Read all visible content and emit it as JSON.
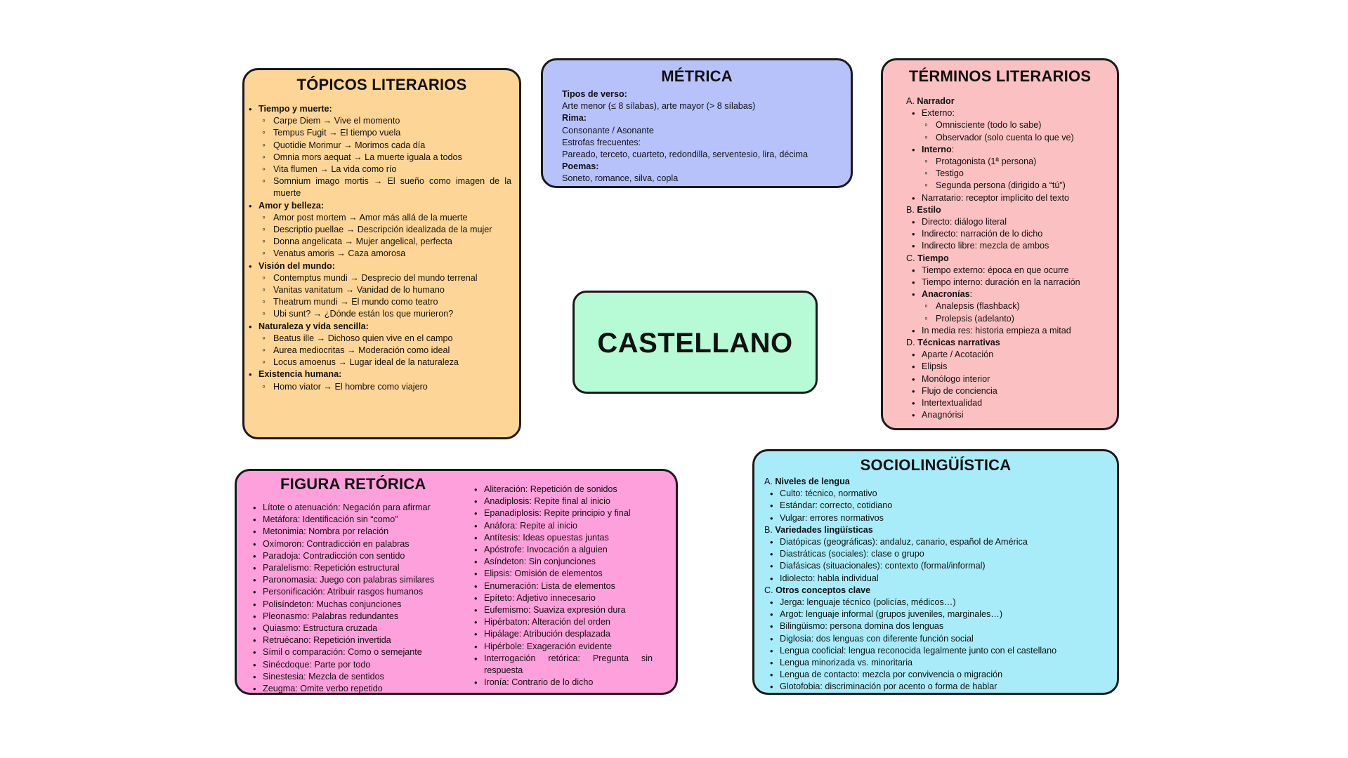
{
  "title": "CASTELLANO",
  "topicos": {
    "heading": "TÓPICOS LITERARIOS",
    "groups": [
      {
        "label": "Tiempo y muerte:",
        "items": [
          "Carpe Diem → Vive el momento",
          "Tempus Fugit → El tiempo vuela",
          "Quotidie Morimur → Morimos cada día",
          "Omnia mors aequat → La muerte iguala a todos",
          "Vita flumen → La vida como río",
          "Somnium imago mortis → El sueño como imagen de la muerte"
        ]
      },
      {
        "label": "Amor y belleza:",
        "items": [
          "Amor post mortem → Amor más allá de la muerte",
          "Descriptio puellae → Descripción idealizada de la mujer",
          "Donna angelicata → Mujer angelical, perfecta",
          "Venatus amoris → Caza amorosa"
        ]
      },
      {
        "label": "Visión del mundo:",
        "items": [
          "Contemptus mundi → Desprecio del mundo terrenal",
          "Vanitas vanitatum → Vanidad de lo humano",
          "Theatrum mundi → El mundo como teatro",
          "Ubi sunt? → ¿Dónde están los que murieron?"
        ]
      },
      {
        "label": "Naturaleza y vida sencilla:",
        "items": [
          "Beatus ille → Dichoso quien vive en el campo",
          "Aurea mediocritas → Moderación como ideal",
          "Locus amoenus → Lugar ideal de la naturaleza"
        ]
      },
      {
        "label": "Existencia humana:",
        "items": [
          "Homo viator → El hombre como viajero"
        ]
      }
    ]
  },
  "metrica": {
    "heading": "MÉTRICA",
    "lines": [
      {
        "bold": true,
        "text": "Tipos de verso:"
      },
      {
        "bold": false,
        "text": "Arte menor (≤ 8 sílabas), arte mayor (> 8 sílabas)"
      },
      {
        "bold": true,
        "text": "Rima:"
      },
      {
        "bold": false,
        "text": "Consonante / Asonante"
      },
      {
        "bold": false,
        "text": "Estrofas frecuentes:"
      },
      {
        "bold": false,
        "text": "Pareado, terceto, cuarteto, redondilla, serventesio, lira, décima"
      },
      {
        "bold": true,
        "text": "Poemas:"
      },
      {
        "bold": false,
        "text": "Soneto, romance, silva, copla"
      }
    ]
  },
  "terminos": {
    "heading": "TÉRMINOS LITERARIOS",
    "a_prefix": "A.",
    "a_label": "Narrador",
    "a_externo": "Externo:",
    "a_externo_items": [
      "Omnisciente (todo lo sabe)",
      "Observador (solo cuenta lo que ve)"
    ],
    "a_interno": "Interno",
    "a_interno_items": [
      "Protagonista (1ª persona)",
      "Testigo",
      "Segunda persona (dirigido a “tú”)"
    ],
    "a_narratario": "Narratario: receptor implícito del texto",
    "b_prefix": "B.",
    "b_label": "Estilo",
    "b_items": [
      "Directo: diálogo literal",
      "Indirecto: narración de lo dicho",
      "Indirecto libre: mezcla de ambos"
    ],
    "c_prefix": "C.",
    "c_label": "Tiempo",
    "c_items": [
      "Tiempo externo: época en que ocurre",
      "Tiempo interno: duración en la narración"
    ],
    "c_anacronias": "Anacronías",
    "c_anacronias_items": [
      "Analepsis (flashback)",
      "Prolepsis (adelanto)"
    ],
    "c_media": "In media res: historia empieza a mitad",
    "d_prefix": "D.",
    "d_label": "Técnicas narrativas",
    "d_items": [
      "Aparte / Acotación",
      "Elipsis",
      "Monólogo interior",
      "Flujo de conciencia",
      "Intertextualidad",
      "Anagnórisi"
    ]
  },
  "figura": {
    "heading": "FIGURA RETÓRICA",
    "col1": [
      "Lítote o atenuación: Negación para afirmar",
      "Metáfora: Identificación sin “como”",
      "Metonimia: Nombra por relación",
      "Oxímoron: Contradicción en palabras",
      "Paradoja: Contradicción con sentido",
      "Paralelismo: Repetición estructural",
      "Paronomasia: Juego con palabras similares",
      "Personificación: Atribuir rasgos humanos",
      "Polisíndeton: Muchas conjunciones",
      "Pleonasmo: Palabras redundantes",
      "Quiasmo: Estructura cruzada",
      "Retruécano: Repetición invertida",
      "Símil o comparación: Como o semejante",
      "Sinécdoque: Parte por todo",
      "Sinestesia: Mezcla de sentidos",
      "Zeugma: Omite verbo repetido"
    ],
    "col2": [
      "Aliteración: Repetición de sonidos",
      "Anadiplosis: Repite final al inicio",
      "Epanadiplosis: Repite principio y final",
      "Anáfora: Repite al inicio",
      "Antítesis: Ideas opuestas juntas",
      "Apóstrofe: Invocación a alguien",
      "Asíndeton: Sin conjunciones",
      "Elipsis: Omisión de elementos",
      "Enumeración: Lista de elementos",
      "Epíteto: Adjetivo innecesario",
      "Eufemismo: Suaviza expresión dura",
      "Hipérbaton: Alteración del orden",
      "Hipálage: Atribución desplazada",
      "Hipérbole: Exageración evidente",
      "Interrogación retórica: Pregunta sin respuesta",
      "Ironía: Contrario de lo dicho"
    ]
  },
  "socio": {
    "heading": "SOCIOLINGÜÍSTICA",
    "a_prefix": "A.",
    "a_label": "Niveles de lengua",
    "a_items": [
      "Culto: técnico, normativo",
      "Estándar: correcto, cotidiano",
      "Vulgar: errores normativos"
    ],
    "b_prefix": "B.",
    "b_label": "Variedades lingüísticas",
    "b_items": [
      "Diatópicas (geográficas): andaluz, canario, español de América",
      "Diastráticas (sociales): clase o grupo",
      "Diafásicas (situacionales): contexto (formal/informal)",
      "Idiolecto: habla individual"
    ],
    "c_prefix": "C.",
    "c_label": "Otros conceptos clave",
    "c_items": [
      "Jerga: lenguaje técnico (policías, médicos…)",
      "Argot: lenguaje informal (grupos juveniles, marginales…)",
      "Bilingüismo: persona domina dos lenguas",
      "Diglosia: dos lenguas con diferente función social",
      "Lengua cooficial: lengua reconocida legalmente junto con el castellano",
      "Lengua minorizada vs. minoritaria",
      "Lengua de contacto: mezcla por convivencia o migración",
      "Glotofobia: discriminación por acento o forma de hablar"
    ]
  }
}
